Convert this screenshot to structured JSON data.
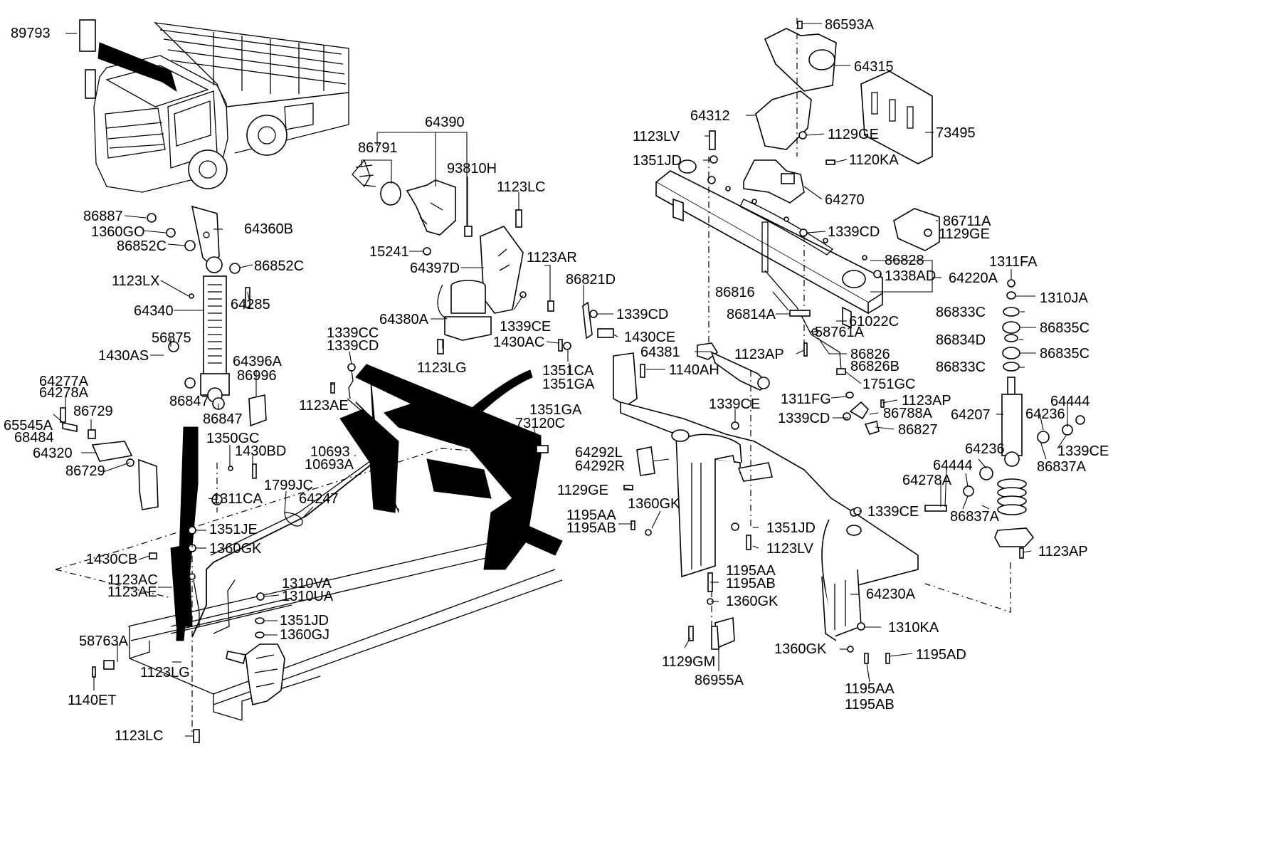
{
  "labels": {
    "l89793": "89793",
    "l86887": "86887",
    "l1360GO": "1360GO",
    "l86852C_a": "86852C",
    "l64360B": "64360B",
    "l86852C_b": "86852C",
    "l1123LX": "1123LX",
    "l64285": "64285",
    "l64340": "64340",
    "l56875": "56875",
    "l1430AS": "1430AS",
    "l64396A": "64396A",
    "l86996": "86996",
    "l86847_a": "86847",
    "l86847_b": "86847",
    "l64277A": "64277A",
    "l64278A_a": "64278A",
    "l86729_a": "86729",
    "l65545A": "65545A",
    "l68484": "68484",
    "l64320": "64320",
    "l86729_b": "86729",
    "l64390": "64390",
    "l86791": "86791",
    "l93810H": "93810H",
    "l1123LC_a": "1123LC",
    "l15241": "15241",
    "l64397D": "64397D",
    "l1123AR": "1123AR",
    "l86821D": "86821D",
    "l64380A": "64380A",
    "l1339CE_a": "1339CE",
    "l1339CD_a": "1339CD",
    "l1430AC": "1430AC",
    "l1430CE": "1430CE",
    "l1123LG_a": "1123LG",
    "l1351CA_a": "1351CA",
    "l1351GA_a": "1351GA",
    "l1339CC": "1339CC",
    "l1339CD_b": "1339CD",
    "l1123AE_a": "1123AE",
    "l1351GA_b": "1351GA",
    "l73120C": "73120C",
    "l1350GC": "1350GC",
    "l1430BD": "1430BD",
    "l10693": "10693",
    "l10693A": "10693A",
    "l1799JC": "1799JC",
    "l64247": "64247",
    "l1311CA": "1311CA",
    "l1351JE": "1351JE",
    "l1360GK_a": "1360GK",
    "l1430CB": "1430CB",
    "l1123AC": "1123AC",
    "l1123AE_b": "1123AE",
    "l1310VA": "1310VA",
    "l1310UA": "1310UA",
    "l1351JD_a": "1351JD",
    "l1360GJ": "1360GJ",
    "l58763A": "58763A",
    "l1123LG_b": "1123LG",
    "l1140ET": "1140ET",
    "l1123LC_b": "1123LC",
    "l86593A": "86593A",
    "l64315": "64315",
    "l64312": "64312",
    "l1123LV_a": "1123LV",
    "l1129GE_a": "1129GE",
    "l73495": "73495",
    "l1351JD_b": "1351JD",
    "l1120KA": "1120KA",
    "l64270": "64270",
    "l86711A": "86711A",
    "l1129GE_b": "1129GE",
    "l1339CD_c": "1339CD",
    "l86828": "86828",
    "l1338AD": "1338AD",
    "l64220A": "64220A",
    "l1311FA": "1311FA",
    "l1310JA": "1310JA",
    "l86816": "86816",
    "l86814A": "86814A",
    "l61022C": "61022C",
    "l86833C_a": "86833C",
    "l86835C_a": "86835C",
    "l58761A": "58761A",
    "l86834D": "86834D",
    "l86835C_b": "86835C",
    "l64381": "64381",
    "l1123AP_a": "1123AP",
    "l86826": "86826",
    "l86826B": "86826B",
    "l86833C_b": "86833C",
    "l1140AH": "1140AH",
    "l1751GC": "1751GC",
    "l1311FG": "1311FG",
    "l1123AP_b": "1123AP",
    "l64444_a": "64444",
    "l1339CE_b": "1339CE",
    "l1339CD_d": "1339CD",
    "l86788A": "86788A",
    "l64207": "64207",
    "l64236_a": "64236",
    "l86827": "86827",
    "l1339CE_c": "1339CE",
    "l86837A_a": "86837A",
    "l64236_b": "64236",
    "l64292L": "64292L",
    "l64292R": "64292R",
    "l64278A_b": "64278A",
    "l64444_b": "64444",
    "l1129GE_c": "1129GE",
    "l1195AA_a": "1195AA",
    "l1195AB_a": "1195AB",
    "l1360GK_b": "1360GK",
    "l1339CE_d": "1339CE",
    "l86837A_b": "86837A",
    "l1351JD_c": "1351JD",
    "l1123LV_b": "1123LV",
    "l1123AP_c": "1123AP",
    "l1195AA_b": "1195AA",
    "l1195AB_b": "1195AB",
    "l1360GK_c": "1360GK",
    "l64230A": "64230A",
    "l1310KA": "1310KA",
    "l1129GM": "1129GM",
    "l1360GK_d": "1360GK",
    "l1195AD": "1195AD",
    "l86955A": "86955A",
    "l1195AA_c": "1195AA",
    "l1195AB_c": "1195AB"
  }
}
